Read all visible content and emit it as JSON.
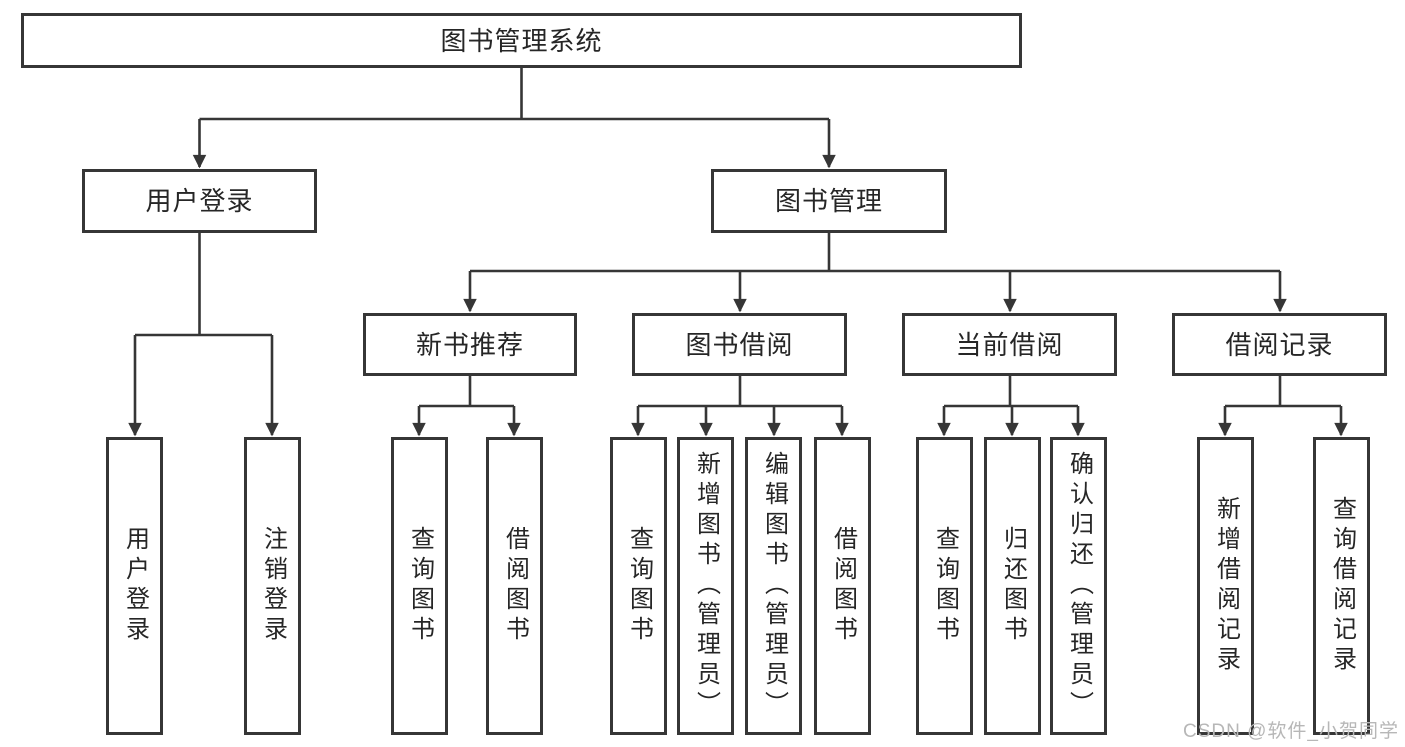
{
  "tree": {
    "root": {
      "label": "图书管理系统"
    },
    "level2": [
      {
        "label": "用户登录"
      },
      {
        "label": "图书管理"
      }
    ],
    "level3": [
      {
        "label": "新书推荐"
      },
      {
        "label": "图书借阅"
      },
      {
        "label": "当前借阅"
      },
      {
        "label": "借阅记录"
      }
    ],
    "leaves": {
      "user_login": [
        {
          "label": "用户登录"
        },
        {
          "label": "注销登录"
        }
      ],
      "new_book_recommend": [
        {
          "label": "查询图书"
        },
        {
          "label": "借阅图书"
        }
      ],
      "book_borrow": [
        {
          "label": "查询图书"
        },
        {
          "label": "新增图书（管理员）"
        },
        {
          "label": "编辑图书（管理员）"
        },
        {
          "label": "借阅图书"
        }
      ],
      "current_borrow": [
        {
          "label": "查询图书"
        },
        {
          "label": "归还图书"
        },
        {
          "label": "确认归还（管理员）"
        }
      ],
      "borrow_record": [
        {
          "label": "新增借阅记录"
        },
        {
          "label": "查询借阅记录"
        }
      ]
    }
  },
  "watermark": {
    "text": "CSDN @软件_小贺同学",
    "color": "#b7b7b7"
  },
  "colors": {
    "line": "#363636",
    "box_border": "#363636",
    "box_fill": "#ffffff",
    "text": "#262626",
    "background": "#ffffff",
    "watermark": "#b7b7b7"
  }
}
